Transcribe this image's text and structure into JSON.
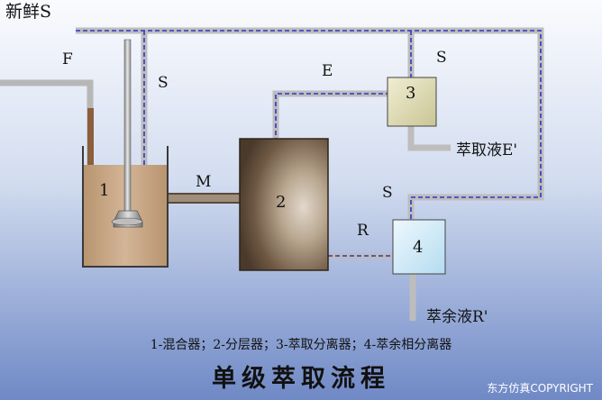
{
  "labels": {
    "fresh_solvent": "新鲜S",
    "feed": "F",
    "s_mixer": "S",
    "s_top_right": "S",
    "s_right": "S",
    "extract_line": "E",
    "mixture": "M",
    "raffinate_line": "R",
    "extract_product": "萃取液E'",
    "raffinate_product": "萃余液R'"
  },
  "units": {
    "mixer": "1",
    "settler": "2",
    "extract_separator": "3",
    "raffinate_separator": "4"
  },
  "legend_caption": "1-混合器；2-分层器；3-萃取分离器；4-萃余相分离器",
  "title": "单级萃取流程",
  "copyright": "东方仿真COPYRIGHT",
  "colors": {
    "background_top": "#fafbfe",
    "background_bottom": "#6f89c6",
    "pipe": "#bdbdbd",
    "solvent_dash": "#2f36c8",
    "feed_pipe": "#b7b7b7",
    "mixer_liquid": "#c4a485",
    "settler_dark": "#5e4b3a",
    "settler_light": "#d6cbbd",
    "separator_3": "#dedcb6",
    "separator_4": "#d7edf8"
  }
}
